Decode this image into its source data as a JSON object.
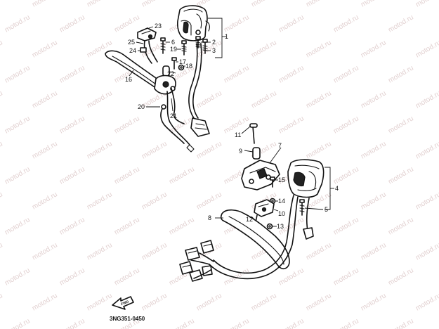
{
  "diagram_code": "3NG351-0450",
  "front_arrow_label": "FWD",
  "watermark_text": "motod.ru",
  "callouts": {
    "c1": "1",
    "c2": "2",
    "c3": "3",
    "c4": "4",
    "c5": "5",
    "c6": "6",
    "c7": "7",
    "c8": "8",
    "c9": "9",
    "c10": "10",
    "c11": "11",
    "c12": "12",
    "c13": "13",
    "c14": "14",
    "c15": "15",
    "c16": "16",
    "c17": "17",
    "c18": "18",
    "c19": "19",
    "c20": "20",
    "c21": "21",
    "c22": "22",
    "c23": "23",
    "c24": "24",
    "c25": "25"
  },
  "colors": {
    "ink": "#111111",
    "background": "#ffffff",
    "watermark": "#c9a9a9"
  }
}
